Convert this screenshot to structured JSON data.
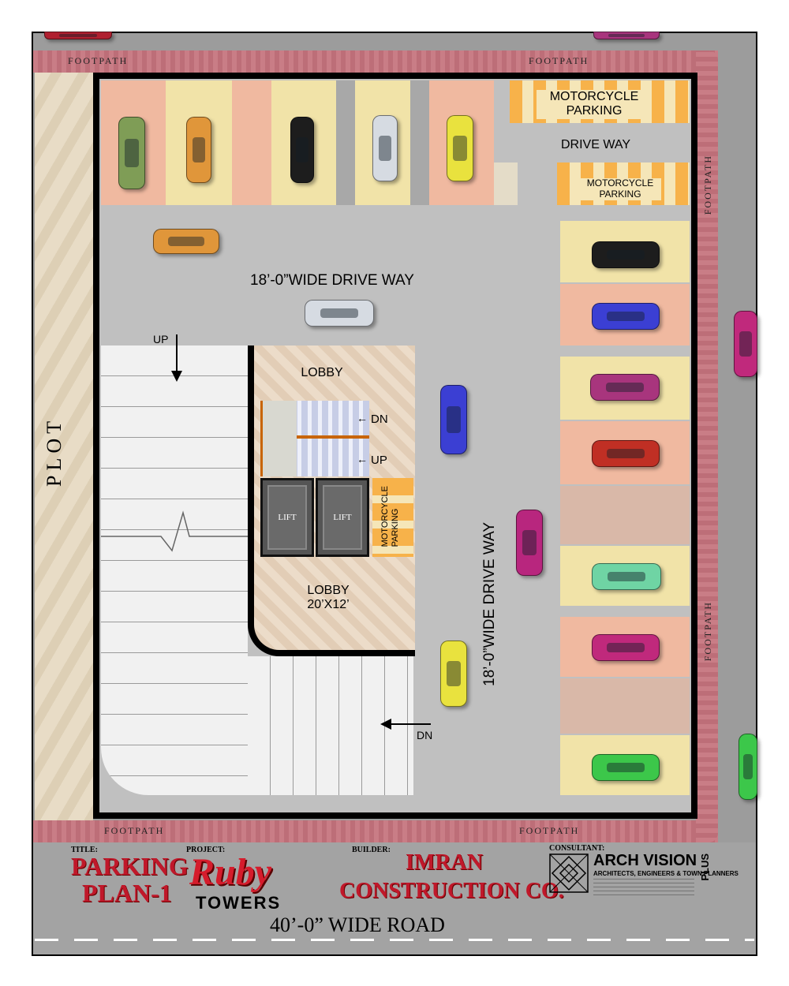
{
  "footpath_label": "FOOTPATH",
  "plot_label": "PLOT",
  "parking": {
    "motorcycle_top": [
      "MOTORCYCLE",
      "PARKING"
    ],
    "drive_way_top": "DRIVE WAY",
    "motorcycle_mid": [
      "MOTORCYCLE",
      "PARKING"
    ],
    "motorcycle_core": [
      "MOTORCYCLE",
      "PARKING"
    ]
  },
  "drive_way_h": "18’-0”WIDE DRIVE WAY",
  "drive_way_v": "18’-0”WIDE DRIVE WAY",
  "lobby_top": "LOBBY",
  "lobby_bottom": [
    "LOBBY",
    "20’X12’"
  ],
  "lift_label": "LIFT",
  "arrows": {
    "up_ramp": "UP",
    "dn_ramp": "DN",
    "dn_stair": "DN",
    "up_stair": "UP"
  },
  "titleblock": {
    "title_caption": "TITLE:",
    "title_line1": "PARKING",
    "title_line2": "PLAN-1",
    "project_caption": "PROJECT:",
    "project_name": "Ruby",
    "project_sub": "TOWERS",
    "builder_caption": "BUILDER:",
    "builder_line1": "IMRAN",
    "builder_line2": "CONSTRUCTION CO.",
    "consultant_caption": "CONSULTANT:",
    "consultant_name": "ARCH VISION",
    "consultant_plus": "PLUS",
    "consultant_sub": "ARCHITECTS, ENGINEERS & TOWN PLANNERS"
  },
  "road_label": "40’-0” WIDE ROAD",
  "colors": {
    "footpath": "#c97d86",
    "drive": "#c0c0c0",
    "slot_pink": "#f0b9a0",
    "slot_yellow": "#f1e3a8",
    "title_red": "#c0182a"
  }
}
